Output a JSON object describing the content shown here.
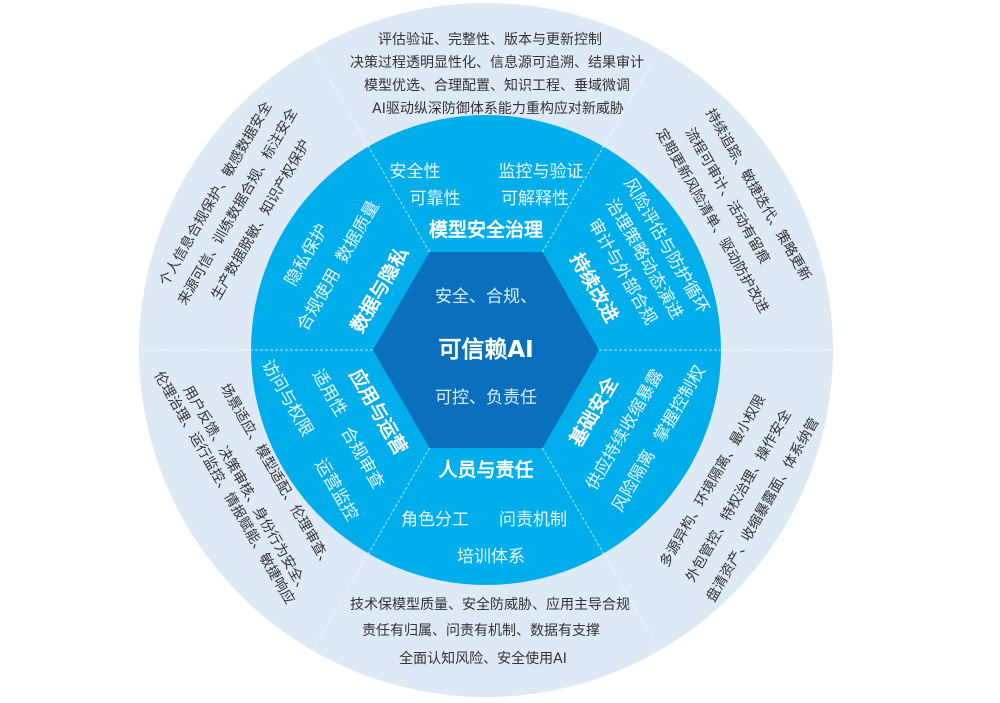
{
  "colors": {
    "outer_ring": "#dde9f5",
    "inner_ring": "#00aeec",
    "hexagon": "#0a6fbd",
    "outer_text": "#333333"
  },
  "center": {
    "line1": "安全、合规、",
    "title": "可信赖AI",
    "line3": "可控、负责任"
  },
  "sectors": {
    "model": {
      "title": "模型安全治理",
      "items": [
        "安全性",
        "监控与验证",
        "可靠性",
        "可解释性"
      ],
      "outer": [
        "评估验证、完整性、版本与更新控制",
        "决策过程透明显性化、信息源可追溯、结果审计",
        "模型优选、合理配置、知识工程、垂域微调",
        "AI驱动纵深防御体系能力重构应对新威胁"
      ]
    },
    "improve": {
      "title": "持续改进",
      "items": [
        "审计与外部合规",
        "治理策略动态演进",
        "风险评估与防护循环"
      ],
      "outer": [
        "持续追踪、敏捷迭代、策略更新",
        "流程可审计、活动有留痕",
        "定期更新风险清单、驱动防护改进"
      ]
    },
    "infra": {
      "title": "基础安全",
      "items": [
        "供应持续收缩暴露",
        "风险隔离",
        "掌握控制权"
      ],
      "outer": [
        "多源异构、环境隔离、最小权限",
        "外包管控、特权治理、操作安全",
        "盘清资产、收缩暴露面、体系纳管"
      ]
    },
    "people": {
      "title": "人员与责任",
      "items": [
        "角色分工",
        "问责机制",
        "培训体系"
      ],
      "outer": [
        "技术保模型质量、安全防威胁、应用主导合规",
        "责任有归属、问责有机制、数据有支撑",
        "全面认知风险、安全使用AI"
      ]
    },
    "app": {
      "title": "应用与运营",
      "items": [
        "适用性",
        "合规审查",
        "访问与权限",
        "运营监控"
      ],
      "outer": [
        "场景适应、模型适配、伦理审查、",
        "用户反馈、决策审核、身份行为安全、",
        "伦理治理、运行监控、情报赋能、敏捷响应"
      ]
    },
    "data": {
      "title": "数据与隐私",
      "items": [
        "合规使用",
        "数据质量",
        "隐私保护"
      ],
      "outer": [
        "个人信息合规保护、敏感数据安全",
        "来源可信、训练数据合规、标注安全",
        "生产数据脱敏、知识产权保护"
      ]
    }
  }
}
